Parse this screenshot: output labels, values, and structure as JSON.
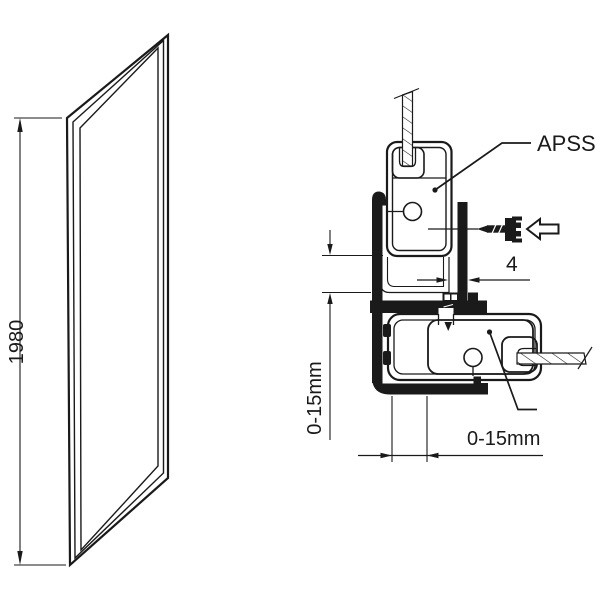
{
  "page": {
    "background_color": "#ffffff",
    "line_color": "#1a1a1a"
  },
  "left_figure": {
    "description_icon": "side-panel-isometric",
    "height_dimension": "1980"
  },
  "right_figure": {
    "profile_callout": "APSS",
    "glass_gap_mm": "4",
    "vertical_adjustment_range": "0-15mm",
    "horizontal_adjustment_range": "0-15mm"
  }
}
